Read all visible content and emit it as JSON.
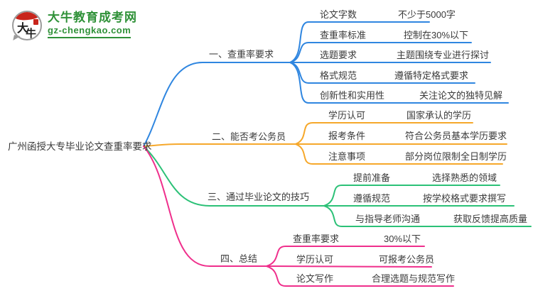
{
  "logo": {
    "mark_char_top": "大",
    "mark_char_bottom": "牛",
    "brand": "大牛教育成考网",
    "domain": "gz-chengkao.com",
    "brand_color": "#2f9138",
    "mark_red": "#c8251c"
  },
  "root": {
    "label": "广州函授大专毕业论文查重率要求"
  },
  "branches": [
    {
      "label": "一、查重率要求",
      "color": "#2f86e0",
      "items": [
        {
          "key": "论文字数",
          "value": "不少于5000字"
        },
        {
          "key": "查重率标准",
          "value": "控制在30%以下"
        },
        {
          "key": "选题要求",
          "value": "主题围绕专业进行探讨"
        },
        {
          "key": "格式规范",
          "value": "遵循特定格式要求"
        },
        {
          "key": "创新性和实用性",
          "value": "关注论文的独特见解"
        }
      ]
    },
    {
      "label": "二、能否考公务员",
      "color": "#f6a82b",
      "items": [
        {
          "key": "学历认可",
          "value": "国家承认的学历"
        },
        {
          "key": "报考条件",
          "value": "符合公务员基本学历要求"
        },
        {
          "key": "注意事项",
          "value": "部分岗位限制全日制学历"
        }
      ]
    },
    {
      "label": "三、通过毕业论文的技巧",
      "color": "#2cc177",
      "items": [
        {
          "key": "提前准备",
          "value": "选择熟悉的领域"
        },
        {
          "key": "遵循规范",
          "value": "按学校格式要求撰写"
        },
        {
          "key": "与指导老师沟通",
          "value": "获取反馈提高质量"
        }
      ]
    },
    {
      "label": "四、总结",
      "color": "#ef2f8c",
      "items": [
        {
          "key": "查重率要求",
          "value": "30%以下"
        },
        {
          "key": "学历认可",
          "value": "可报考公务员"
        },
        {
          "key": "论文写作",
          "value": "合理选题与规范写作"
        }
      ]
    }
  ]
}
